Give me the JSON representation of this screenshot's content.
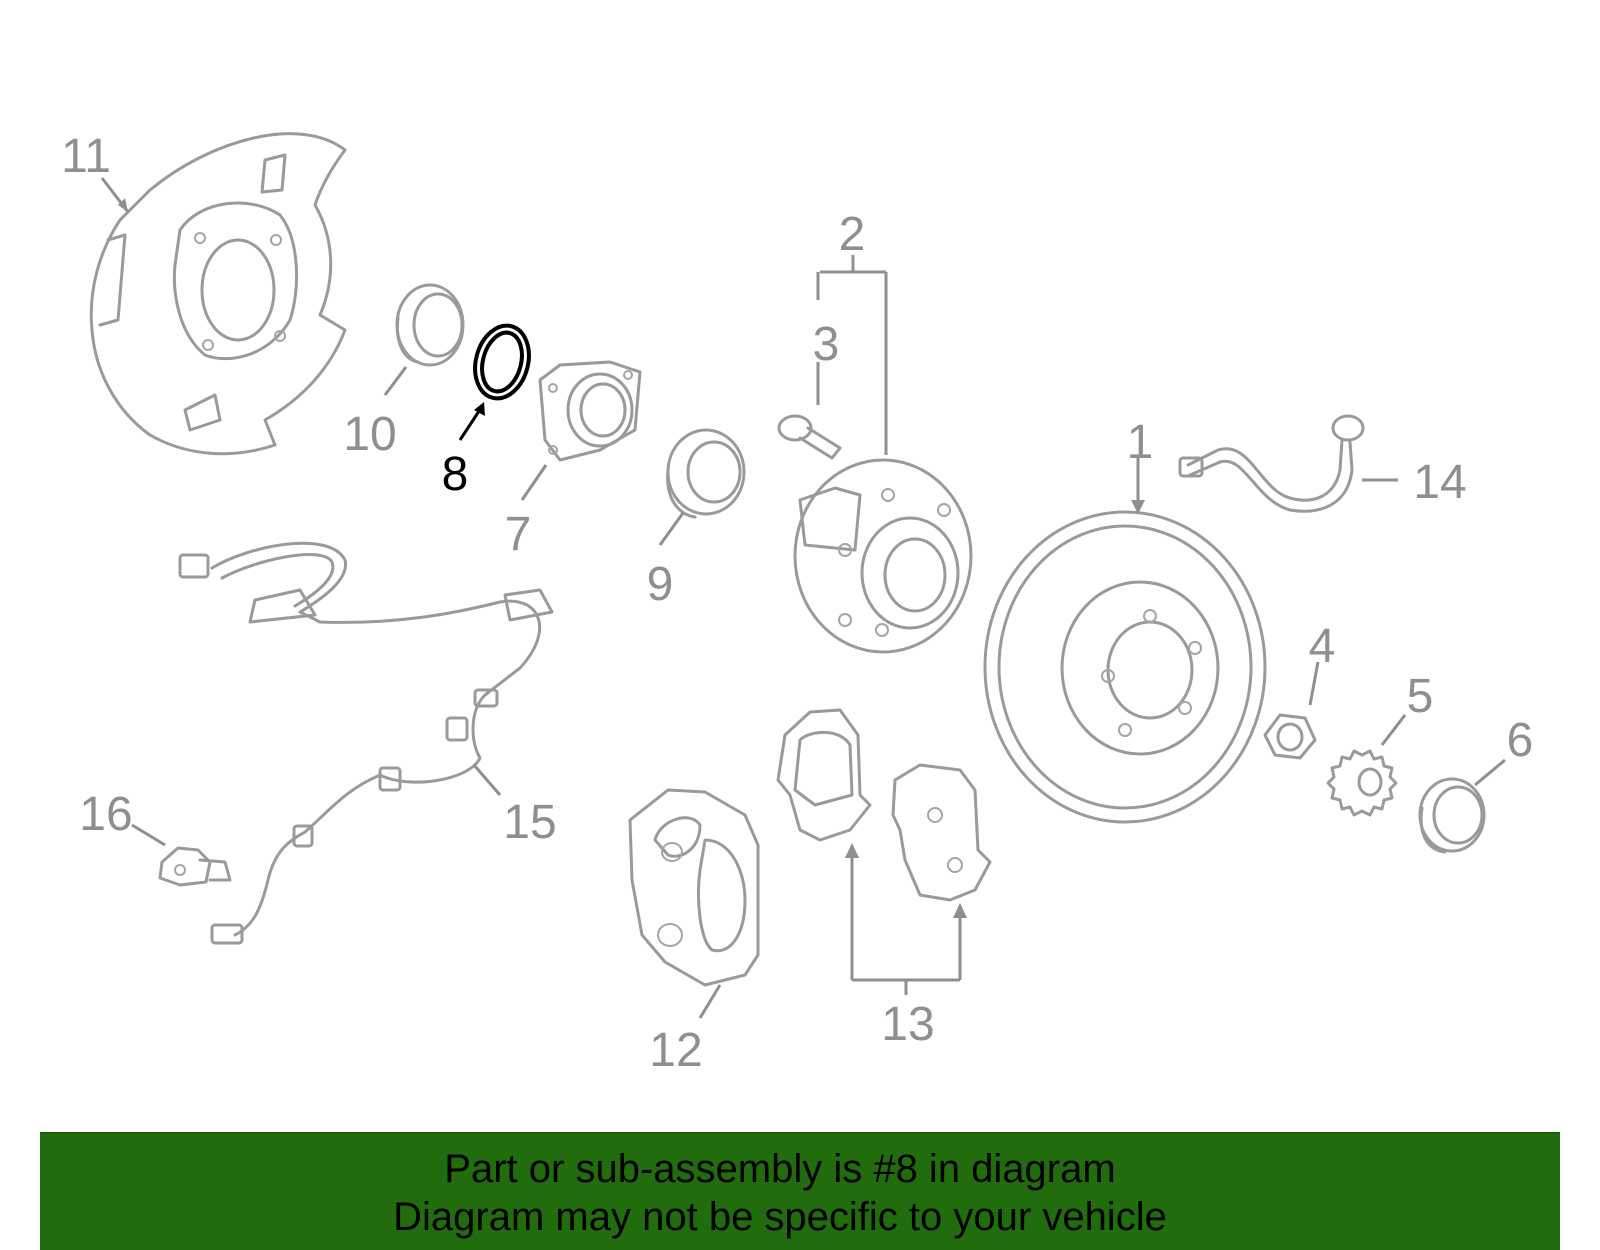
{
  "callouts": {
    "c1": "1",
    "c2": "2",
    "c3": "3",
    "c4": "4",
    "c5": "5",
    "c6": "6",
    "c7": "7",
    "c8": "8",
    "c9": "9",
    "c10": "10",
    "c11": "11",
    "c12": "12",
    "c13": "13",
    "c14": "14",
    "c15": "15",
    "c16": "16"
  },
  "highlighted_part": "8",
  "colors": {
    "part_line": "#9a9a9a",
    "highlight": "#000000",
    "banner_bg": "#216d0e",
    "banner_text": "#000000"
  },
  "banner": {
    "line1": "Part or sub-assembly is #8 in diagram",
    "line2": "Diagram may not be specific to your vehicle"
  }
}
